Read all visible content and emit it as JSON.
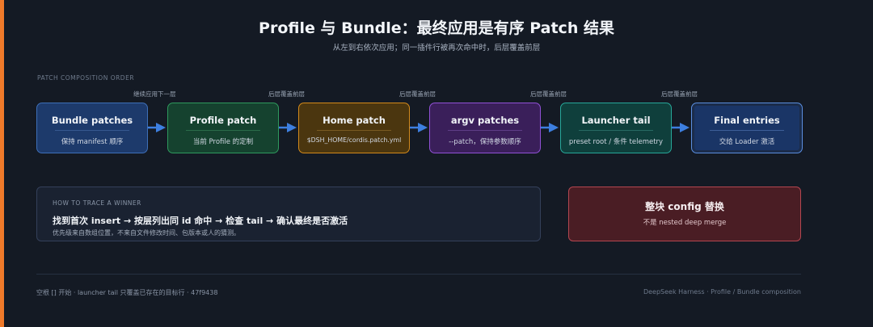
{
  "header": {
    "title": "Profile 与 Bundle：最终应用是有序 Patch 结果",
    "subtitle": "从左到右依次应用；同一插件行被再次命中时，后层覆盖前层"
  },
  "section_label": "PATCH COMPOSITION ORDER",
  "edge_labels": [
    "继续应用下一层",
    "后层覆盖前层",
    "后层覆盖前层",
    "后层覆盖前层",
    "后层覆盖前层"
  ],
  "nodes": [
    {
      "title": "Bundle patches",
      "subtitle": "保持 manifest 顺序",
      "color": "#3e6fb8"
    },
    {
      "title": "Profile patch",
      "subtitle": "当前 Profile 的定制",
      "color": "#2f9a5e"
    },
    {
      "title": "Home patch",
      "subtitle": "$DSH_HOME/cordis.patch.yml",
      "color": "#d48a1a"
    },
    {
      "title": "argv patches",
      "subtitle": "--patch，保持参数顺序",
      "color": "#9151d6"
    },
    {
      "title": "Launcher tail",
      "subtitle": "preset root / 条件 telemetry",
      "color": "#27a89a"
    },
    {
      "title": "Final entries",
      "subtitle": "交给 Loader 激活",
      "color": "#5b8fe0"
    }
  ],
  "trace": {
    "label": "HOW TO TRACE A WINNER",
    "main": "找到首次 insert → 按层列出同 id 命中 → 检查 tail → 确认最终是否激活",
    "note": "优先级来自数组位置，不来自文件修改时间、包版本或人的猜测。"
  },
  "config": {
    "main": "整块 config 替换",
    "sub": "不是 nested deep merge"
  },
  "footer": {
    "left": "空根 [] 开始 · launcher tail 只覆盖已存在的目标行 · 47f9438",
    "right": "DeepSeek Harness · Profile / Bundle composition"
  },
  "colors": {
    "background": "#141a24",
    "accent_bar": "#f07a2a",
    "arrow": "#3d7fe0"
  }
}
